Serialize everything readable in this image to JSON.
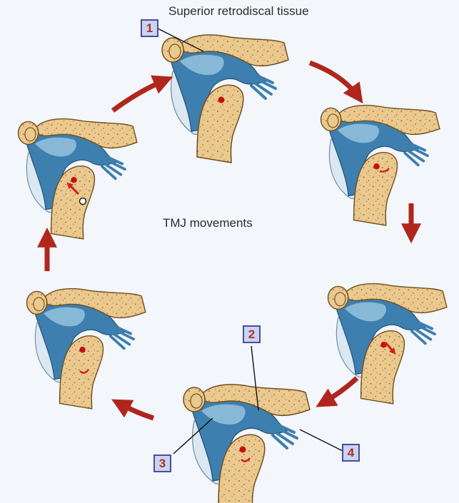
{
  "title": "Superior retrodiscal tissue",
  "center_label": "TMJ movements",
  "markers": [
    "1",
    "2",
    "3",
    "4"
  ],
  "colors": {
    "bone": "#e9c98e",
    "bone_outline": "#6e4f1f",
    "disc_tissue": "#3d7fae",
    "disc_light": "#8fc0dc",
    "capsule": "#dbe7f1",
    "arrow": "#b0261d",
    "speckle": "#b43a2a",
    "marker_fill": "#c9d4f2",
    "marker_border": "#4b4b9c"
  }
}
